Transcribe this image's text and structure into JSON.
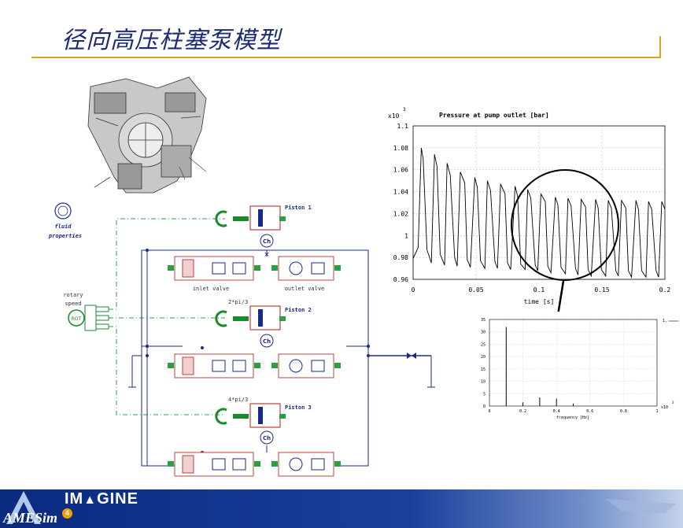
{
  "slide": {
    "title": "径向高压柱塞泵模型"
  },
  "labels": {
    "fluid_properties": "properties",
    "fluid_icon_text": "fluid",
    "rotary_speed_1": "rotary",
    "rotary_speed_2": "speed",
    "rot": "ROT",
    "piston_1": "Piston 1",
    "piston_2": "Piston 2",
    "piston_3": "Piston 3",
    "phase_2": "2*pi/3",
    "phase_3": "4*pi/3",
    "inlet_valve": "inlet valve",
    "outlet_valve": "outlet valve",
    "ch": "Ch"
  },
  "chart_data": [
    {
      "type": "line",
      "title": "Pressure at pump outlet [bar]",
      "xlabel": "time [s]",
      "ylabel": "",
      "y_multiplier_label": "x10",
      "y_multiplier_exp": "3",
      "xlim": [
        0,
        0.2
      ],
      "ylim": [
        0.96,
        1.1
      ],
      "xticks": [
        "0",
        "0.05",
        "0.1",
        "0.15",
        "0.2"
      ],
      "yticks": [
        "1.1",
        "1.08",
        "1.06",
        "1.04",
        "1.02",
        "1",
        "0.98",
        "0.96"
      ],
      "grid": true,
      "series": [
        {
          "x": [
            0,
            0.004,
            0.0065,
            0.008,
            0.011,
            0.0145,
            0.017,
            0.019,
            0.0215,
            0.025,
            0.027,
            0.0295,
            0.033,
            0.035,
            0.0375,
            0.041,
            0.043,
            0.0455,
            0.049,
            0.051,
            0.0535,
            0.057,
            0.059,
            0.0615,
            0.065,
            0.067,
            0.0695,
            0.073,
            0.075,
            0.0775,
            0.081,
            0.083,
            0.0855,
            0.089,
            0.091,
            0.0935,
            0.097,
            0.099,
            0.1015,
            0.105,
            0.107,
            0.1095,
            0.113,
            0.115,
            0.1175,
            0.121,
            0.123,
            0.1255,
            0.129,
            0.131,
            0.1335,
            0.137,
            0.139,
            0.1415,
            0.145,
            0.147,
            0.1495,
            0.153,
            0.155,
            0.1575,
            0.161,
            0.163,
            0.1655,
            0.169,
            0.171,
            0.1735,
            0.177,
            0.179,
            0.1815,
            0.185,
            0.187,
            0.1895,
            0.193,
            0.195,
            0.1975,
            0.2
          ],
          "y": [
            0.979,
            0.989,
            1.08,
            1.07,
            0.987,
            0.975,
            1.074,
            1.063,
            0.983,
            0.973,
            1.066,
            1.055,
            0.98,
            0.972,
            1.058,
            1.048,
            0.978,
            0.971,
            1.053,
            1.044,
            0.977,
            0.97,
            1.05,
            1.041,
            0.976,
            0.97,
            1.047,
            1.038,
            0.975,
            0.969,
            1.045,
            1.036,
            0.974,
            0.969,
            1.042,
            1.034,
            0.973,
            0.968,
            1.038,
            1.031,
            0.972,
            0.966,
            1.035,
            1.028,
            0.971,
            0.965,
            1.034,
            1.027,
            0.97,
            0.964,
            1.033,
            1.026,
            0.969,
            0.963,
            1.033,
            1.025,
            0.969,
            0.963,
            1.032,
            1.025,
            0.968,
            0.963,
            1.032,
            1.025,
            0.968,
            0.962,
            1.032,
            1.024,
            0.968,
            0.962,
            1.031,
            1.024,
            0.968,
            0.962,
            1.031,
            1.024
          ]
        }
      ]
    },
    {
      "type": "bar",
      "title": "",
      "legend": "1.",
      "xlabel": "frequency [Hz]",
      "ylabel": "",
      "x_multiplier_label": "x10",
      "x_multiplier_exp": "3",
      "xlim": [
        0,
        1.0
      ],
      "ylim": [
        0,
        35
      ],
      "xticks": [
        "0",
        "0.2",
        "0.4",
        "0.6",
        "0.8",
        "1"
      ],
      "yticks": [
        "0",
        "5",
        "10",
        "15",
        "20",
        "25",
        "30",
        "35"
      ],
      "grid": true,
      "x": [
        0.1,
        0.2,
        0.3,
        0.4,
        0.5
      ],
      "values": [
        32,
        1.5,
        3.5,
        3.0,
        1.0
      ]
    }
  ]
}
